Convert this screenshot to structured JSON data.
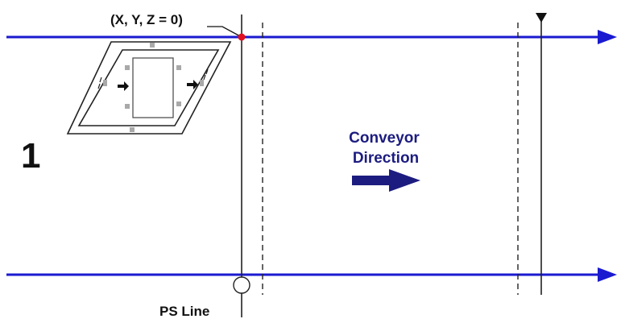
{
  "labels": {
    "origin": "(X, Y, Z = 0)",
    "step_number": "1",
    "conveyor_line1": "Conveyor",
    "conveyor_line2": "Direction",
    "ps_line": "PS Line"
  },
  "colors": {
    "conveyor_blue": "#1a1ad0",
    "direction_navy": "#1c1c80",
    "origin_red": "#e01020",
    "line_dark": "#222222",
    "marker_gray": "#a9a9a9"
  },
  "icons": {
    "conveyor_arrow": "right-arrow",
    "direction_arrow": "bold-right-arrow",
    "top_marker": "down-triangle",
    "ps_sensor": "circle"
  }
}
